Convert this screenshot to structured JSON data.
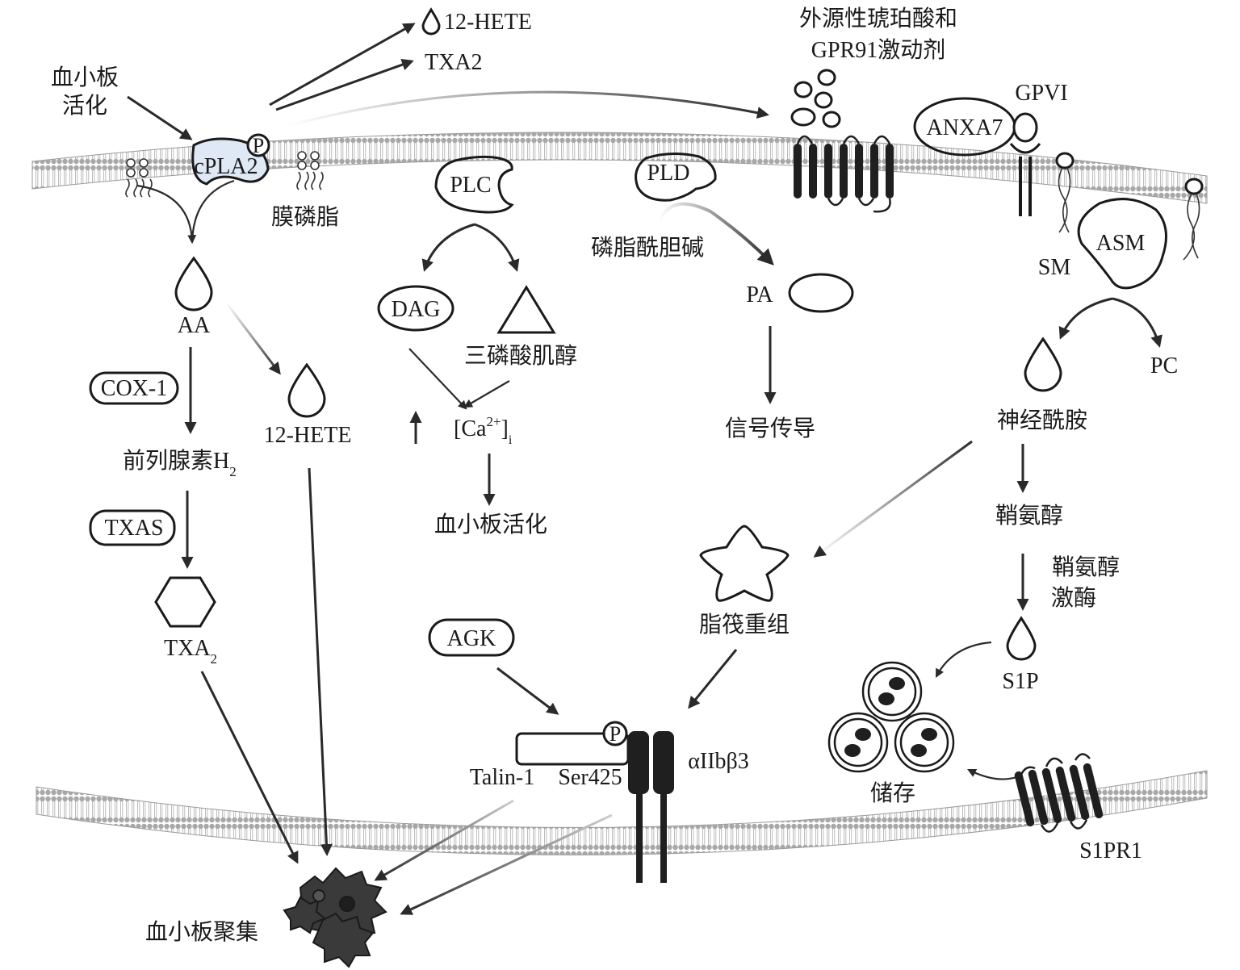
{
  "labels": {
    "platelet_activation_top": [
      "血小板",
      "活化"
    ],
    "cpla2": "cPLA2",
    "phospho_p": "P",
    "membrane_phospholipid": "膜磷脂",
    "aa": "AA",
    "cox1": "COX-1",
    "prostaglandin_h2": "前列腺素H",
    "prostaglandin_h2_sub": "2",
    "txas": "TXAS",
    "txa2_bottom": "TXA",
    "txa2_bottom_sub": "2",
    "hete_mid": "12-HETE",
    "hete_top": "12-HETE",
    "txa2_top": "TXA2",
    "plc": "PLC",
    "dag": "DAG",
    "ip3": "三磷酸肌醇",
    "calcium": "[Ca",
    "calcium_sup": "2+",
    "calcium_end": "]",
    "calcium_sub": "i",
    "platelet_activation_mid": "血小板活化",
    "pld": "PLD",
    "phosphatidylcholine": "磷脂酰胆碱",
    "pa": "PA",
    "signal_transduction": "信号传导",
    "succinate": [
      "外源性琥珀酸和",
      "GPR91激动剂"
    ],
    "anxa7": "ANXA7",
    "gpvi": "GPVI",
    "asm": "ASM",
    "sm": "SM",
    "pc": "PC",
    "ceramide": "神经酰胺",
    "sphingosine": "鞘氨醇",
    "sphk": [
      "鞘氨醇",
      "激酶"
    ],
    "s1p": "S1P",
    "storage": "储存",
    "s1pr1": "S1PR1",
    "raft": "脂筏重组",
    "agk": "AGK",
    "talin": "Talin-1",
    "ser425": "Ser425",
    "integrin": "αIIbβ3",
    "aggregation": "血小板聚集"
  },
  "colors": {
    "ink": "#1a1a1a",
    "membrane": "#9e9e9e",
    "membrane_dark": "#7a7a7a",
    "cpla2_fill": "#dfe8f5",
    "receptor": "#1f1f1f",
    "platelet": "#3a3a3a"
  },
  "icons": [
    "drop-icon",
    "triangle-icon",
    "hexagon-icon",
    "star-icon",
    "vesicle-icon",
    "receptor-icon",
    "platelet-cluster-icon"
  ]
}
